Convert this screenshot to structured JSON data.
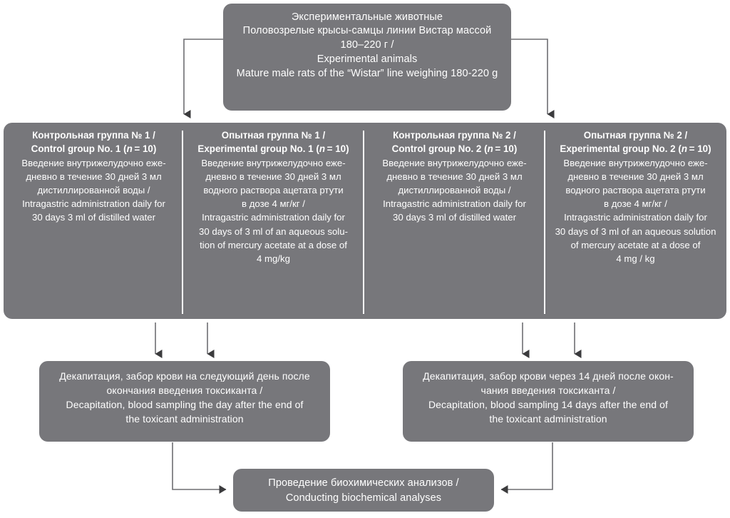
{
  "diagram": {
    "title": "Experimental design flowchart",
    "colors": {
      "box_fill": "#77777b",
      "text": "#ffffff",
      "connector": "#595959",
      "background": "#ffffff"
    },
    "top_box": {
      "lines": [
        "Экспериментальные животные",
        "Половозрелые крысы-самцы линии Вистар массой",
        "180–220 г /",
        "Experimental animals",
        "Mature male rats of the “Wistar” line weighing 180-220 g"
      ]
    },
    "groups": [
      {
        "heading_ru": "Контрольная группа № 1 /",
        "heading_en": "Control group No. 1 (n = 10)",
        "n": 10,
        "body_lines": [
          "Введение внутрижелудочно еже-",
          "дневно в течение 30 дней 3 мл",
          "дистиллированной воды /",
          "Intragastric administration daily for",
          "30 days 3 ml of distilled water"
        ]
      },
      {
        "heading_ru": "Опытная группа № 1 /",
        "heading_en": "Experimental group No. 1 (n = 10)",
        "n": 10,
        "body_lines": [
          "Введение внутрижелудочно еже-",
          "дневно в течение 30 дней 3 мл",
          "водного раствора ацетата ртути",
          "в дозе 4 мг/кг /",
          "Intragastric administration daily for",
          "30 days of 3 ml of an aqueous solu-",
          "tion of mercury acetate at a dose of",
          "4 mg/kg"
        ]
      },
      {
        "heading_ru": "Контрольная группа № 2 /",
        "heading_en": "Control group No. 2 (n = 10)",
        "n": 10,
        "body_lines": [
          "Введение внутрижелудочно еже-",
          "дневно в течение 30 дней 3 мл",
          "дистиллированной воды /",
          "Intragastric administration daily for",
          "30 days 3 ml of distilled water"
        ]
      },
      {
        "heading_ru": "Опытная группа № 2 /",
        "heading_en": "Experimental group No. 2 (n = 10)",
        "n": 10,
        "body_lines": [
          "Введение внутрижелудочно еже-",
          "дневно в течение 30 дней 3 мл",
          "водного раствора ацетата ртути",
          "в дозе 4 мг/кг /",
          "Intragastric administration daily for",
          "30 days of 3 ml of an aqueous solution",
          "of mercury acetate at a dose of",
          "4 mg / kg"
        ]
      }
    ],
    "decapitation_left": {
      "lines": [
        "Декапитация, забор крови на следующий день после",
        "окончания введения токсиканта /",
        "Decapitation, blood sampling the day after the end of",
        "the toxicant administration"
      ]
    },
    "decapitation_right": {
      "lines": [
        "Декапитация, забор крови через 14 дней после окон-",
        "чания введения токсиканта /",
        "Decapitation, blood sampling 14 days after the end of",
        "the toxicant administration"
      ]
    },
    "final_box": {
      "lines": [
        "Проведение биохимических анализов /",
        "Conducting biochemical analyses"
      ]
    }
  }
}
